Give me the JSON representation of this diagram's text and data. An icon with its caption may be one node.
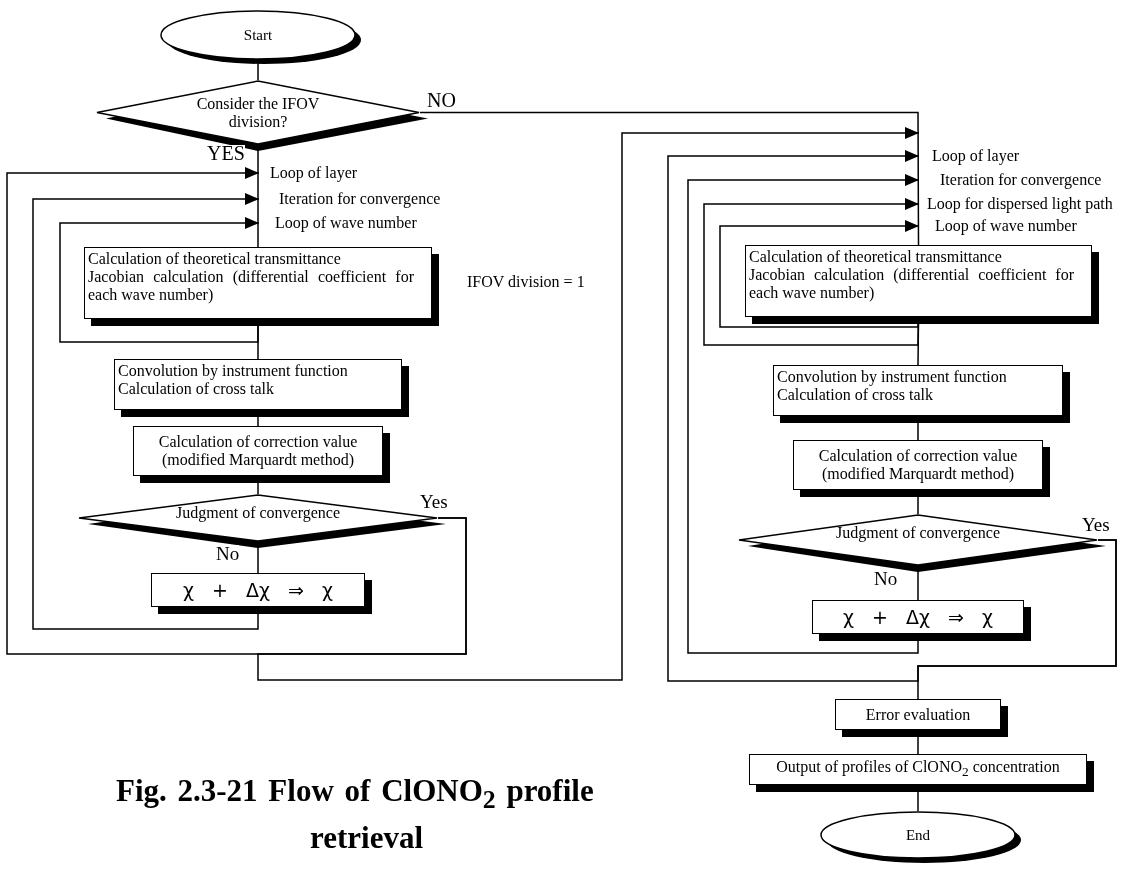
{
  "diagram": {
    "caption": "Fig. 2.3-21 Flow of ClONO$_{2}$ profile retrieval",
    "nodes": [
      {
        "text": [
          "Start"
        ]
      },
      {
        "text": [
          "Consider the IFOV division?"
        ]
      },
      {
        "text": [
          "Calculation of theoretical transmittance",
          "Jacobian calculation (differential coefficient for each wave number)"
        ]
      },
      {
        "text": [
          "Convolution by instrument function",
          "Calculation of cross talk"
        ]
      },
      {
        "text": [
          "Calculation of correction value (modified Marquardt method)"
        ]
      },
      {
        "text": [
          "Judgment of convergence"
        ]
      },
      {
        "text": [
          "χ + Δχ ⇒ χ"
        ]
      },
      {
        "text": [
          "Calculation of theoretical transmittance",
          "Jacobian calculation (differential coefficient for each wave number)"
        ]
      },
      {
        "text": [
          "Convolution by instrument function",
          "Calculation of cross talk"
        ]
      },
      {
        "text": [
          "Calculation of correction value (modified Marquardt method)"
        ]
      },
      {
        "text": [
          "Judgment of convergence"
        ]
      },
      {
        "text": [
          "χ + Δχ ⇒ χ"
        ]
      },
      {
        "text": [
          "Error evaluation"
        ]
      },
      {
        "text": [
          "Output of profiles of ClONO$_{2}$ concentration"
        ]
      },
      {
        "text": [
          "End"
        ]
      },
      {
        "text": [
          "Loop of layer"
        ]
      },
      {
        "text": [
          "Iteration for convergence"
        ]
      },
      {
        "text": [
          "Loop of wave number"
        ]
      },
      {
        "text": [
          "Loop of layer"
        ]
      },
      {
        "text": [
          "Iteration for convergence"
        ]
      },
      {
        "text": [
          "Loop for dispersed light path"
        ]
      },
      {
        "text": [
          "Loop of wave number"
        ]
      }
    ],
    "edges": [
      {
        "from": 0,
        "to": 1,
        "arrow": "none"
      },
      {
        "from": 1,
        "to": 2,
        "arrow": "none",
        "label": "YES"
      },
      {
        "from": 2,
        "to": 3,
        "arrow": "none"
      },
      {
        "from": 3,
        "to": 4,
        "arrow": "none"
      },
      {
        "from": 4,
        "to": 5,
        "arrow": "none"
      },
      {
        "from": 5,
        "to": 6,
        "arrow": "none",
        "label": "No"
      },
      {
        "from": 2,
        "to": 17,
        "arrow": "to"
      },
      {
        "from": 6,
        "to": 16,
        "arrow": "to"
      },
      {
        "from": 5,
        "to": 15,
        "arrow": "to",
        "label": "Yes"
      },
      {
        "from": 5,
        "to": 18,
        "arrow": "to"
      },
      {
        "from": 1,
        "to": 7,
        "arrow": "none",
        "label": "NO"
      },
      {
        "from": 7,
        "to": 8,
        "arrow": "none"
      },
      {
        "from": 8,
        "to": 9,
        "arrow": "none"
      },
      {
        "from": 9,
        "to": 10,
        "arrow": "none"
      },
      {
        "from": 10,
        "to": 11,
        "arrow": "none",
        "label": "No"
      },
      {
        "from": 7,
        "to": 21,
        "arrow": "to"
      },
      {
        "from": 7,
        "to": 20,
        "arrow": "to"
      },
      {
        "from": 11,
        "to": 19,
        "arrow": "to"
      },
      {
        "from": 10,
        "to": 18,
        "arrow": "to",
        "label": "Yes"
      },
      {
        "from": 10,
        "to": 12,
        "arrow": "none"
      },
      {
        "from": 12,
        "to": 13,
        "arrow": "none"
      },
      {
        "from": 13,
        "to": 14,
        "arrow": "none"
      }
    ],
    "labels": [
      "IFOV division = 1"
    ]
  }
}
